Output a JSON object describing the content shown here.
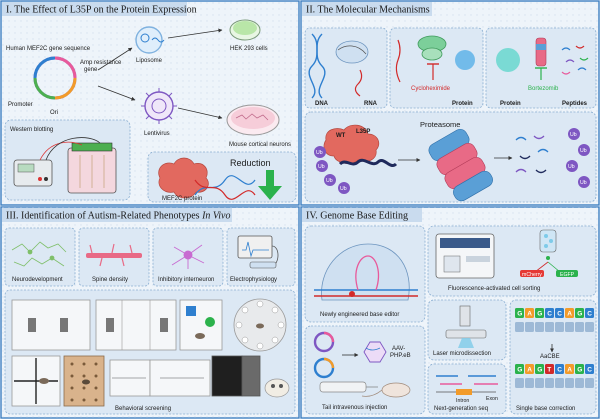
{
  "panels": {
    "p1": {
      "title": "I. The Effect of L35P on the Protein Expression"
    },
    "p2": {
      "title": "II. The Molecular Mechanisms"
    },
    "p3": {
      "title_main": "III. Identification of Autism-Related Phenotypes ",
      "title_italic": "In Vivo"
    },
    "p4": {
      "title": "IV. Genome Base Editing"
    }
  },
  "p1_labels": {
    "gene_seq": "Human MEF2C gene sequence",
    "amp": "Amp resistance",
    "gene": "gene",
    "promoter": "Promoter",
    "ori": "Ori",
    "liposome": "Liposome",
    "hek": "HEK 293 cells",
    "lentivirus": "Lentivirus",
    "neurons": "Mouse cortical neurons",
    "western": "Western blotting",
    "mef2c": "MEF2C protein",
    "reduction": "Reduction"
  },
  "p2_labels": {
    "dna": "DNA",
    "rna": "RNA",
    "cycloheximide": "Cycloheximide",
    "protein1": "Protein",
    "protein2": "Protein",
    "bortezomib": "Bortezomib",
    "peptides": "Peptides",
    "wt": "WT",
    "l35p": "L35P",
    "proteasome": "Proteasome",
    "ub": "Ub"
  },
  "p3_labels": {
    "neurodev": "Neurodevelopment",
    "spine": "Spine density",
    "interneuron": "Inhibitory interneuron",
    "ephys": "Electrophysiology",
    "behavior": "Behavioral screening"
  },
  "p4_labels": {
    "editor": "Newly engineered base editor",
    "aav": "AAV-",
    "aav2": "PHP.eB",
    "facs": "Fluorescence-activated cell sorting",
    "mcherry": "mCherry",
    "egfp": "EGFP",
    "laser": "Laser microdissection",
    "tail": "Tail intravenous injection",
    "ngs": "Next-generation seq",
    "intron": "Intron",
    "exon": "Exon",
    "single": "Single base correction",
    "aabe": "AaCBE",
    "seq_top": [
      "G",
      "A",
      "G",
      "C",
      "C",
      "A",
      "G",
      "C"
    ],
    "seq_bottom": [
      "G",
      "A",
      "G",
      "T",
      "C",
      "A",
      "G",
      "C"
    ]
  },
  "colors": {
    "panel_bg": "#e9f1f8",
    "title_bg": "#c9dbee",
    "border": "#3e7fc1",
    "mef2c": "#e2695f",
    "green_arrow": "#2bb24c",
    "red": "#d22a2a",
    "dna_blue": "#2e7fcf"
  }
}
